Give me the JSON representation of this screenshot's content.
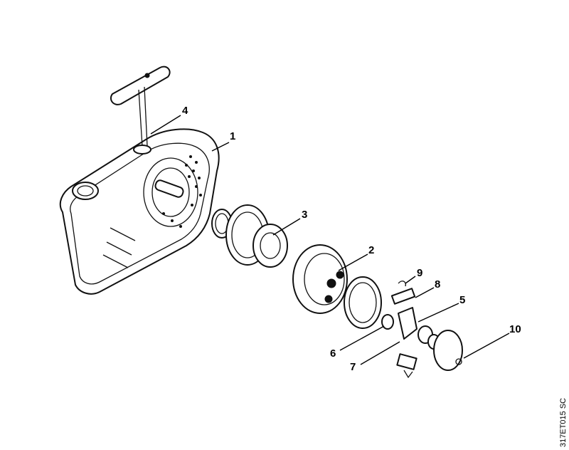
{
  "diagram": {
    "callouts": [
      {
        "id": "1",
        "label": "1"
      },
      {
        "id": "2",
        "label": "2"
      },
      {
        "id": "3",
        "label": "3"
      },
      {
        "id": "4",
        "label": "4"
      },
      {
        "id": "5",
        "label": "5"
      },
      {
        "id": "6",
        "label": "6"
      },
      {
        "id": "7",
        "label": "7"
      },
      {
        "id": "8",
        "label": "8"
      },
      {
        "id": "9",
        "label": "9"
      },
      {
        "id": "10",
        "label": "10"
      }
    ],
    "drawing_code": "317ET015 SC"
  }
}
